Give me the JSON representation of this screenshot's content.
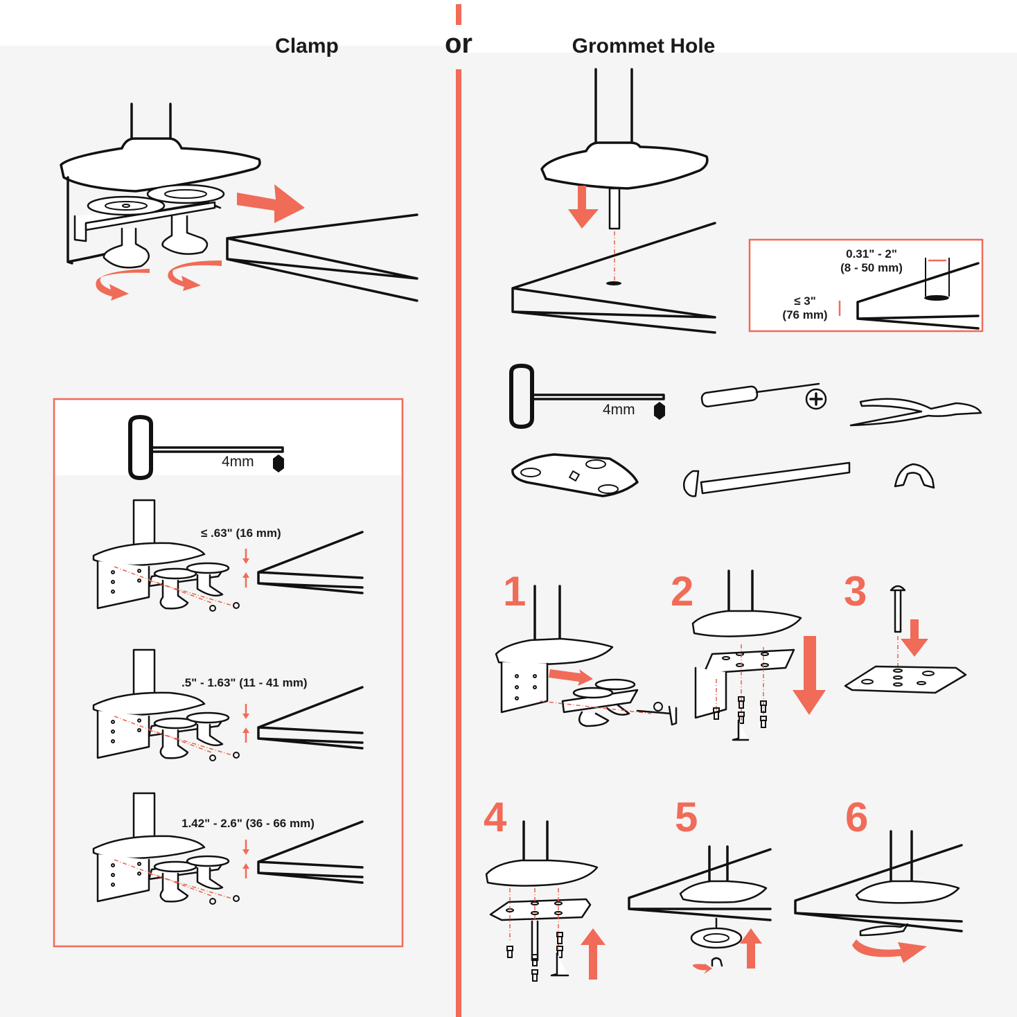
{
  "headings": {
    "clamp": "Clamp",
    "or": "or",
    "grommet": "Grommet Hole"
  },
  "clamp_sizes": [
    "≤ .63\" (16 mm)",
    ".5\" - 1.63\" (11 - 41 mm)",
    "1.42\" - 2.6\" (36 - 66 mm)"
  ],
  "grommet_spec": {
    "hole_size": "0.31\" - 2\"",
    "hole_size_mm": "(8 - 50 mm)",
    "thickness": "≤ 3\"",
    "thickness_mm": "(76 mm)"
  },
  "tool_labels": {
    "clamp_wrench": "4mm",
    "grommet_wrench": "4mm"
  },
  "steps": [
    "1",
    "2",
    "3",
    "4",
    "5",
    "6"
  ],
  "colors": {
    "accent": "#f06b58",
    "line": "#111111",
    "background": "#f4f5f4"
  },
  "icons": [
    "hex-wrench-icon",
    "phillips-screwdriver-icon",
    "pliers-icon",
    "base-plate-icon",
    "threaded-rod-icon",
    "wing-nut-icon"
  ]
}
